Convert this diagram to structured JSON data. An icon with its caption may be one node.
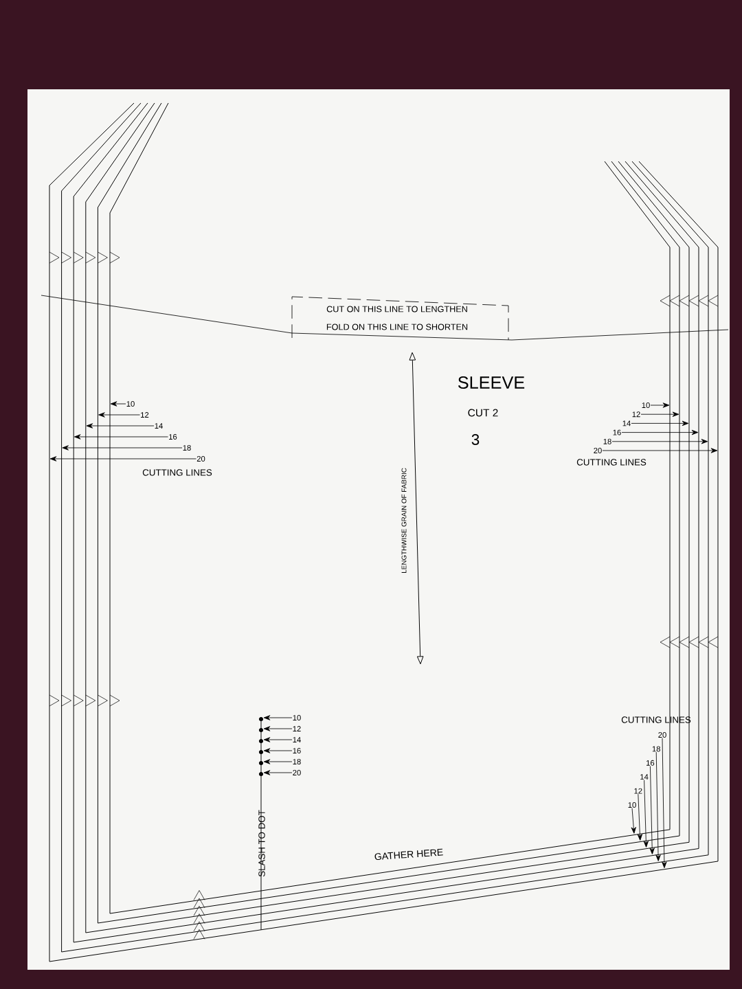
{
  "diagram": {
    "nodes": [
      {
        "text": [
          "10"
        ]
      },
      {
        "text": [
          "12"
        ]
      },
      {
        "text": [
          "14"
        ]
      },
      {
        "text": [
          "16"
        ]
      },
      {
        "text": [
          "18"
        ]
      },
      {
        "text": [
          "20"
        ]
      },
      {
        "text": [
          "10"
        ]
      },
      {
        "text": [
          "12"
        ]
      },
      {
        "text": [
          "14"
        ]
      },
      {
        "text": [
          "16"
        ]
      },
      {
        "text": [
          "18"
        ]
      },
      {
        "text": [
          "20"
        ]
      },
      {
        "text": [
          "10"
        ]
      },
      {
        "text": [
          "12"
        ]
      },
      {
        "text": [
          "14"
        ]
      },
      {
        "text": [
          "16"
        ]
      },
      {
        "text": [
          "18"
        ]
      },
      {
        "text": [
          "20"
        ]
      },
      {
        "text": [
          "10"
        ]
      },
      {
        "text": [
          "12"
        ]
      },
      {
        "text": [
          "14"
        ]
      },
      {
        "text": [
          "16"
        ]
      },
      {
        "text": [
          "18"
        ]
      },
      {
        "text": [
          "20"
        ]
      }
    ],
    "edges": [
      {
        "from": 0,
        "to": null,
        "arrow": "to"
      },
      {
        "from": 1,
        "to": null,
        "arrow": "to"
      },
      {
        "from": 2,
        "to": null,
        "arrow": "to"
      },
      {
        "from": 3,
        "to": null,
        "arrow": "to"
      },
      {
        "from": 4,
        "to": null,
        "arrow": "to"
      },
      {
        "from": 5,
        "to": null,
        "arrow": "to"
      },
      {
        "from": 6,
        "to": null,
        "arrow": "to"
      },
      {
        "from": 7,
        "to": null,
        "arrow": "to"
      },
      {
        "from": 8,
        "to": null,
        "arrow": "to"
      },
      {
        "from": 9,
        "to": null,
        "arrow": "to"
      },
      {
        "from": 10,
        "to": null,
        "arrow": "to"
      },
      {
        "from": 11,
        "to": null,
        "arrow": "to"
      },
      {
        "from": 12,
        "to": null,
        "arrow": "to"
      },
      {
        "from": 13,
        "to": null,
        "arrow": "to"
      },
      {
        "from": 14,
        "to": null,
        "arrow": "to"
      },
      {
        "from": 15,
        "to": null,
        "arrow": "to"
      },
      {
        "from": 16,
        "to": null,
        "arrow": "to"
      },
      {
        "from": 17,
        "to": null,
        "arrow": "to"
      },
      {
        "from": 18,
        "to": null,
        "arrow": "to"
      },
      {
        "from": 19,
        "to": null,
        "arrow": "to"
      },
      {
        "from": 20,
        "to": null,
        "arrow": "to"
      },
      {
        "from": 21,
        "to": null,
        "arrow": "to"
      },
      {
        "from": 22,
        "to": null,
        "arrow": "to"
      },
      {
        "from": 23,
        "to": null,
        "arrow": "to"
      }
    ],
    "labels": [
      "CUT ON THIS LINE TO LENGTHEN",
      "FOLD ON THIS LINE TO SHORTEN",
      "SLEEVE",
      "CUT 2",
      "3",
      "CUTTING LINES",
      "CUTTING LINES",
      "LENGTHWISE GRAIN OF FABRIC",
      "CUTTING LINES",
      "SLASH TO DOT",
      "GATHER HERE"
    ]
  }
}
